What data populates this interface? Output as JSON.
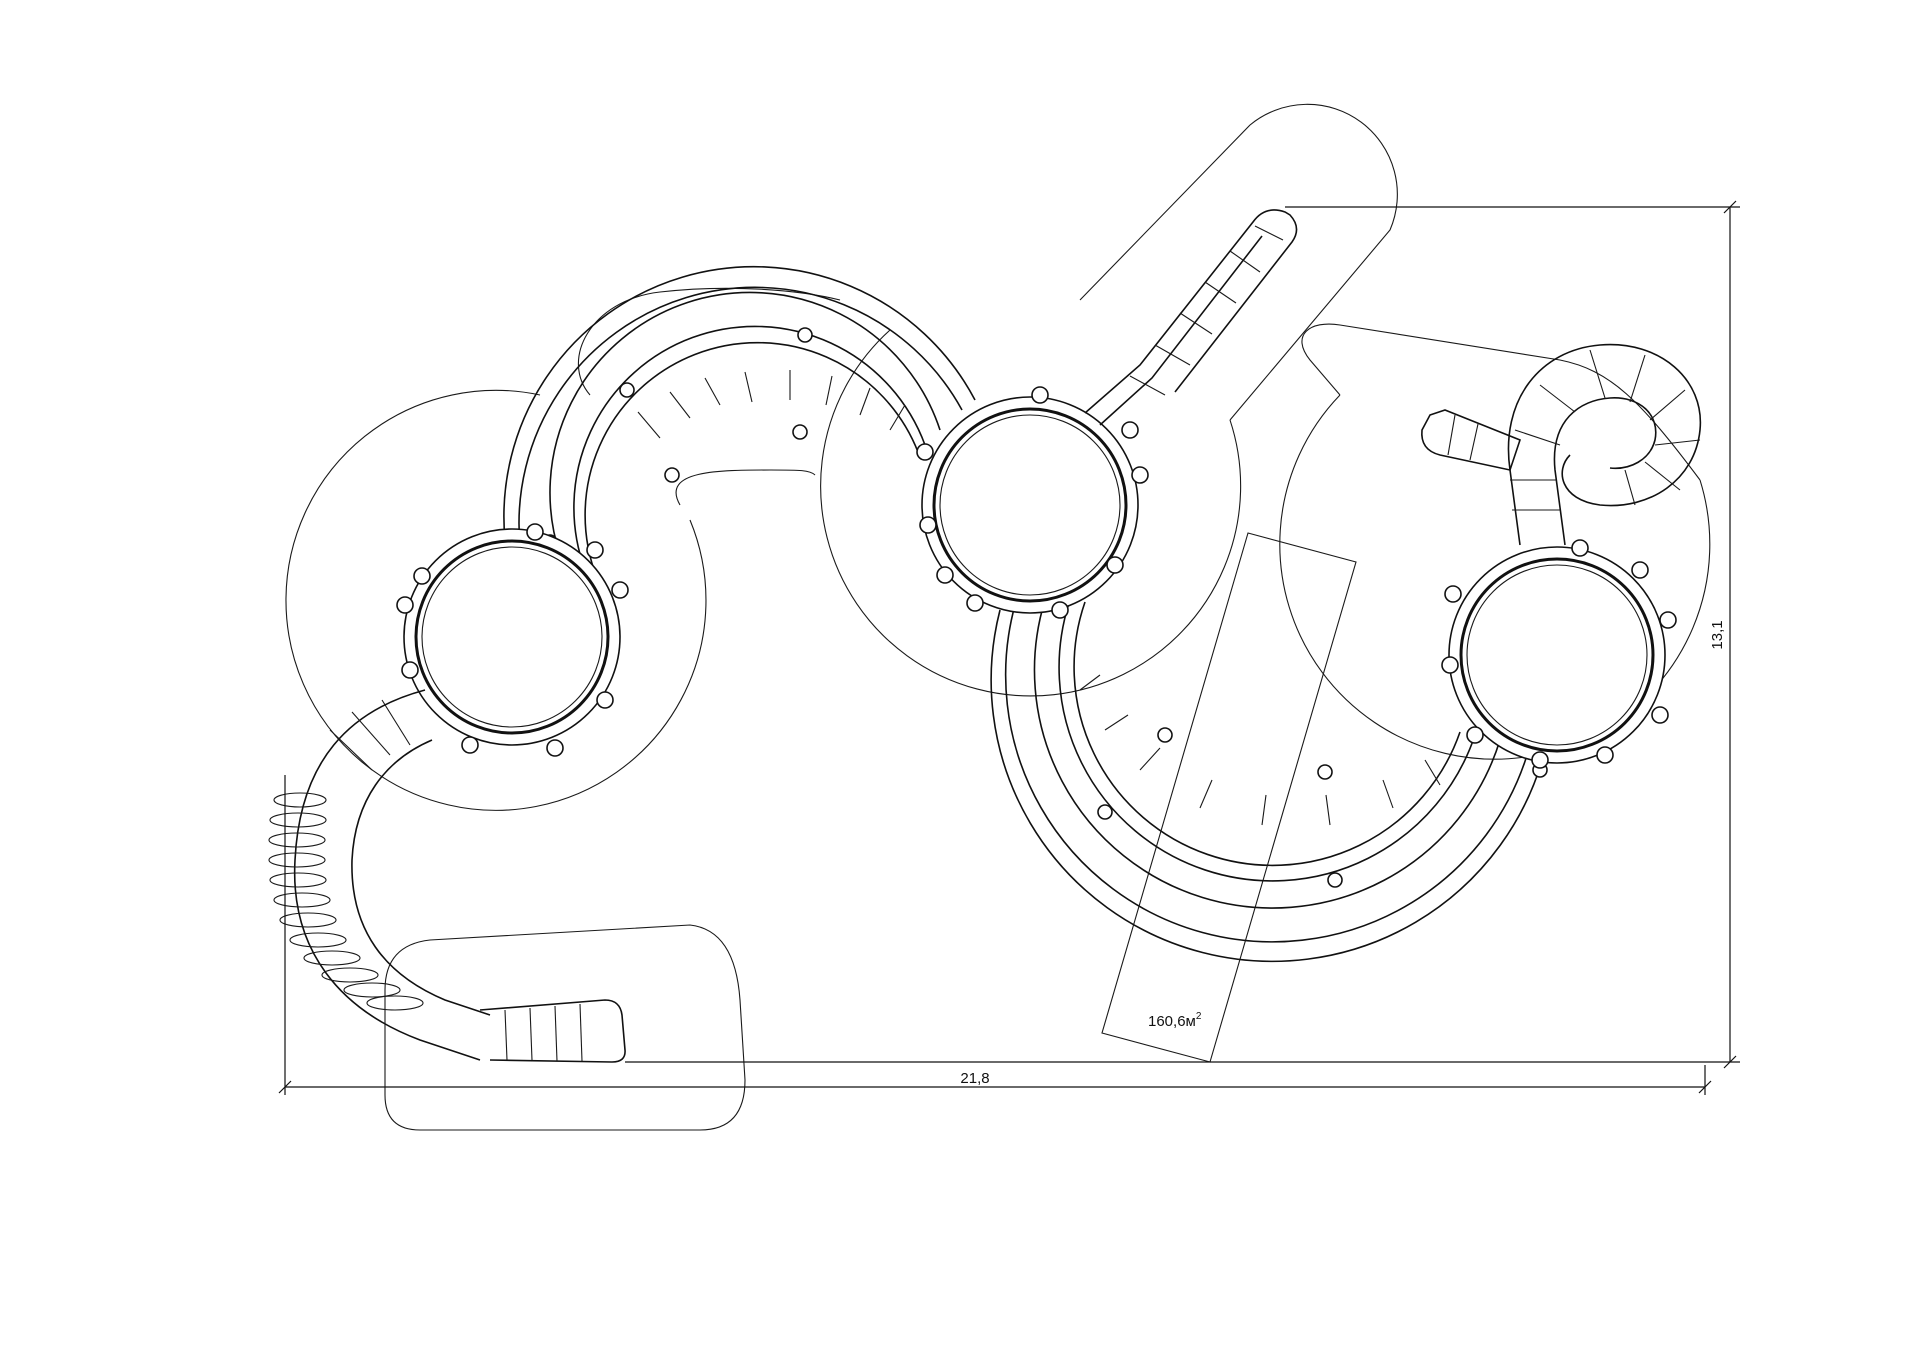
{
  "drawing": {
    "dimension_width": "21,8",
    "dimension_height": "13,1",
    "area_value": "160,6м",
    "area_superscript": "2"
  },
  "colors": {
    "line": "#111111",
    "background": "#ffffff"
  }
}
